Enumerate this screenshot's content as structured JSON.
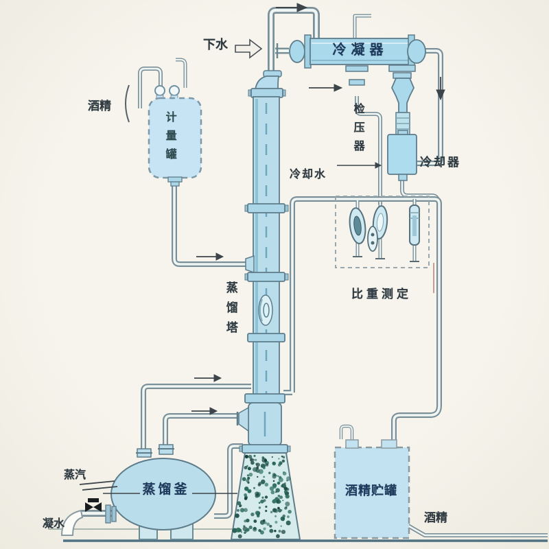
{
  "diagram": {
    "type": "process-flow-diagram",
    "subject": "alcohol distillation system"
  },
  "labels": {
    "alcohol_in": "酒精",
    "drain_water": "下水",
    "condenser": "冷凝器",
    "pressure_checker": "检压器",
    "cooler": "冷却器",
    "cooling_water": "冷却水",
    "gravity_measure": "比重测定",
    "column": "蒸馏塔",
    "measuring_tank": "计量罐",
    "steam": "蒸汽",
    "condensate": "凝水",
    "still": "蒸馏釜",
    "storage_tank": "酒精贮罐",
    "alcohol_out": "酒精"
  },
  "colors": {
    "background": "#f4f2ea",
    "vessel_fill": "#b7dcec",
    "vessel_outline": "#5e7c8a",
    "pipe_outline": "#7b8f98",
    "pipe_inner": "#eef5f3",
    "text_dark": "#2e3940",
    "vessel_label_navy": "#1c3a5c",
    "packing_dot": "#1c4f46",
    "valve_black": "#181c1e"
  }
}
